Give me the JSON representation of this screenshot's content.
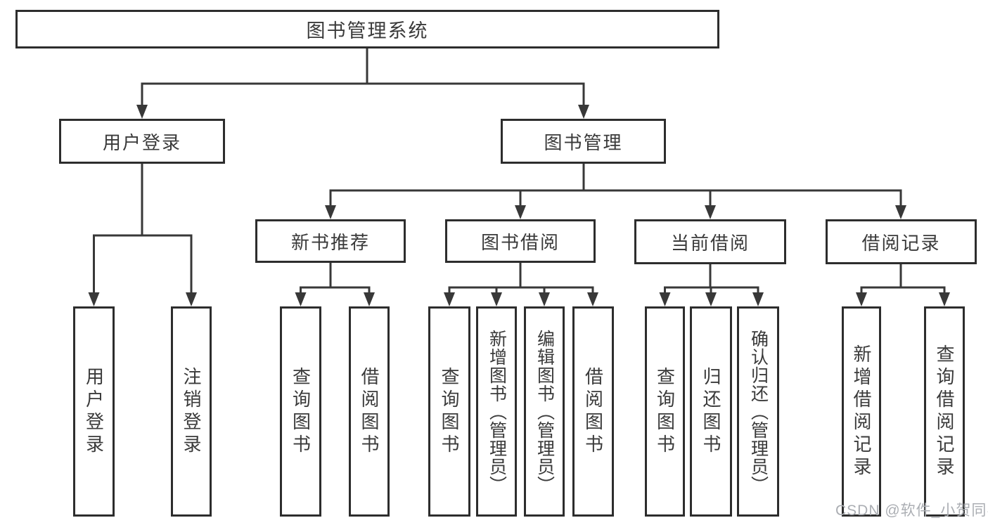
{
  "tree": {
    "label": "图书管理系统",
    "children": [
      {
        "label": "用户登录",
        "children": [
          {
            "label": "用户登录"
          },
          {
            "label": "注销登录"
          }
        ]
      },
      {
        "label": "图书管理",
        "children": [
          {
            "label": "新书推荐",
            "children": [
              {
                "label": "查询图书"
              },
              {
                "label": "借阅图书"
              }
            ]
          },
          {
            "label": "图书借阅",
            "children": [
              {
                "label": "查询图书"
              },
              {
                "label": "新增图书（管理员）"
              },
              {
                "label": "编辑图书（管理员）"
              },
              {
                "label": "借阅图书"
              }
            ]
          },
          {
            "label": "当前借阅",
            "children": [
              {
                "label": "查询图书"
              },
              {
                "label": "归还图书"
              },
              {
                "label": "确认归还（管理员）"
              }
            ]
          },
          {
            "label": "借阅记录",
            "children": [
              {
                "label": "新增借阅记录"
              },
              {
                "label": "查询借阅记录"
              }
            ]
          }
        ]
      }
    ]
  },
  "watermark": "CSDN @软件_小贺同学",
  "colors": {
    "line": "#383838",
    "border": "#2d2d2d",
    "text": "#3a3a3a",
    "watermark_text": "#abaeb3",
    "background": "#ffffff"
  }
}
